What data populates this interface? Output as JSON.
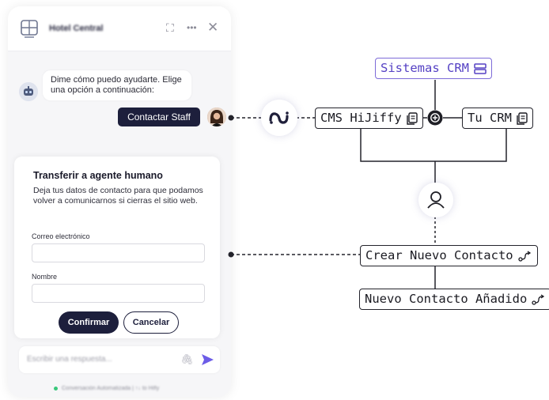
{
  "widget": {
    "hotel_name": "Hotel Central",
    "bot_message": "Dime cómo puedo ayudarte. Elige una opción a continuación:",
    "user_message": "Contactar Staff",
    "form": {
      "title": "Transferir a agente humano",
      "description": "Deja tus datos de contacto para que podamos volver a comunicarnos si cierras el sitio web.",
      "email_label": "Correo electrónico",
      "email_value": "",
      "name_label": "Nombre",
      "name_value": "",
      "confirm_label": "Confirmar",
      "cancel_label": "Cancelar"
    },
    "reply_placeholder": "Escribir una respuesta...",
    "footer": "Conversación Automatizada | ↑↓ to Hifly"
  },
  "diagram": {
    "sistemas_crm": "Sistemas CRM",
    "cms_hijiffy": "CMS HiJiffy",
    "tu_crm": "Tu CRM",
    "crear_contacto": "Crear Nuevo Contacto",
    "contacto_anadido": "Nuevo Contacto Añadido"
  },
  "colors": {
    "navy": "#1d1f3c",
    "purple": "#7d6bd8",
    "send": "#6c5ce7"
  }
}
